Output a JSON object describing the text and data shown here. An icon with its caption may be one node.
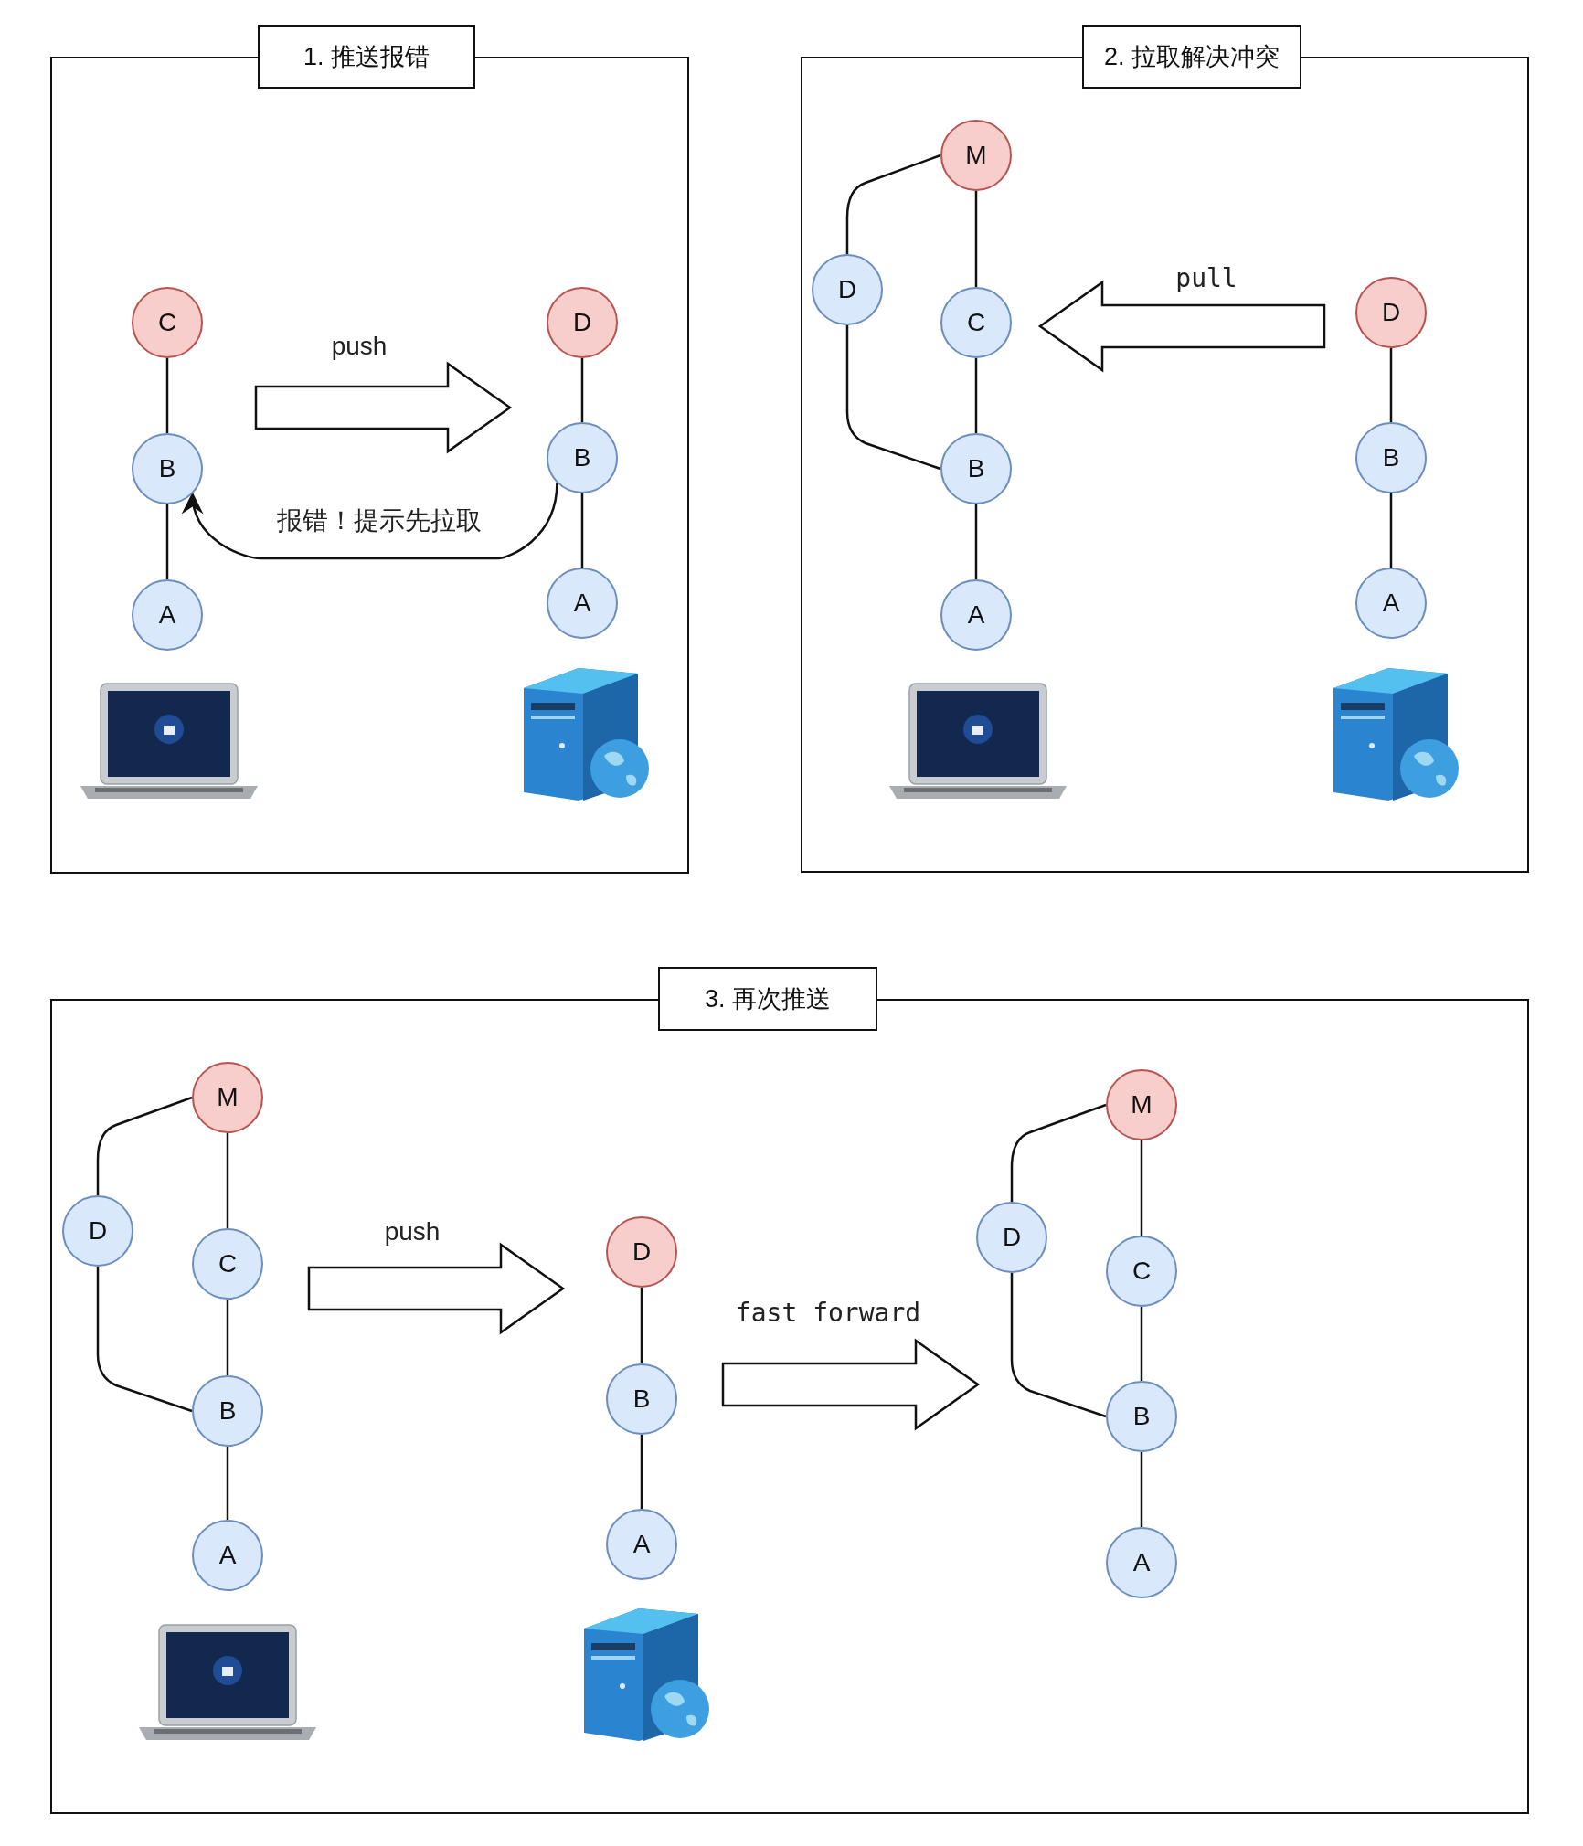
{
  "diagram": {
    "nodes": [
      {
        "text": [
          "1. 推送报错"
        ]
      },
      {
        "text": [
          "C"
        ],
        "in": 0
      },
      {
        "text": [
          "B"
        ],
        "in": 0
      },
      {
        "text": [
          "A"
        ],
        "in": 0
      },
      {
        "text": [
          "D"
        ],
        "in": 0
      },
      {
        "text": [
          "B"
        ],
        "in": 0
      },
      {
        "text": [
          "A"
        ],
        "in": 0
      },
      {
        "text": [
          "2. 拉取解决冲突"
        ]
      },
      {
        "text": [
          "M"
        ],
        "in": 7
      },
      {
        "text": [
          "D"
        ],
        "in": 7
      },
      {
        "text": [
          "C"
        ],
        "in": 7
      },
      {
        "text": [
          "B"
        ],
        "in": 7
      },
      {
        "text": [
          "A"
        ],
        "in": 7
      },
      {
        "text": [
          "D"
        ],
        "in": 7
      },
      {
        "text": [
          "B"
        ],
        "in": 7
      },
      {
        "text": [
          "A"
        ],
        "in": 7
      },
      {
        "text": [
          "3. 再次推送"
        ]
      },
      {
        "text": [
          "M"
        ],
        "in": 16
      },
      {
        "text": [
          "D"
        ],
        "in": 16
      },
      {
        "text": [
          "C"
        ],
        "in": 16
      },
      {
        "text": [
          "B"
        ],
        "in": 16
      },
      {
        "text": [
          "A"
        ],
        "in": 16
      },
      {
        "text": [
          "D"
        ],
        "in": 16
      },
      {
        "text": [
          "B"
        ],
        "in": 16
      },
      {
        "text": [
          "A"
        ],
        "in": 16
      },
      {
        "text": [
          "M"
        ],
        "in": 16
      },
      {
        "text": [
          "D"
        ],
        "in": 16
      },
      {
        "text": [
          "C"
        ],
        "in": 16
      },
      {
        "text": [
          "B"
        ],
        "in": 16
      },
      {
        "text": [
          "A"
        ],
        "in": 16
      }
    ],
    "edges": [
      {
        "from": 1,
        "to": 2,
        "arrow": "none"
      },
      {
        "from": 2,
        "to": 3,
        "arrow": "none"
      },
      {
        "from": 4,
        "to": 5,
        "arrow": "none"
      },
      {
        "from": 5,
        "to": 6,
        "arrow": "none"
      },
      {
        "from": 1,
        "to": 4,
        "arrow": "to",
        "label": "push",
        "style": "thick"
      },
      {
        "from": 5,
        "to": 2,
        "arrow": "to",
        "label": "报错！提示先拉取"
      },
      {
        "from": 8,
        "to": 10,
        "arrow": "none"
      },
      {
        "from": 10,
        "to": 11,
        "arrow": "none"
      },
      {
        "from": 11,
        "to": 12,
        "arrow": "none"
      },
      {
        "from": 8,
        "to": 9,
        "arrow": "none"
      },
      {
        "from": 9,
        "to": 11,
        "arrow": "none"
      },
      {
        "from": 13,
        "to": 14,
        "arrow": "none"
      },
      {
        "from": 14,
        "to": 15,
        "arrow": "none"
      },
      {
        "from": 13,
        "to": 10,
        "arrow": "to",
        "label": "pull",
        "style": "thick"
      },
      {
        "from": 17,
        "to": 19,
        "arrow": "none"
      },
      {
        "from": 19,
        "to": 20,
        "arrow": "none"
      },
      {
        "from": 20,
        "to": 21,
        "arrow": "none"
      },
      {
        "from": 17,
        "to": 18,
        "arrow": "none"
      },
      {
        "from": 18,
        "to": 20,
        "arrow": "none"
      },
      {
        "from": 22,
        "to": 23,
        "arrow": "none"
      },
      {
        "from": 23,
        "to": 24,
        "arrow": "none"
      },
      {
        "from": 25,
        "to": 27,
        "arrow": "none"
      },
      {
        "from": 27,
        "to": 28,
        "arrow": "none"
      },
      {
        "from": 28,
        "to": 29,
        "arrow": "none"
      },
      {
        "from": 25,
        "to": 26,
        "arrow": "none"
      },
      {
        "from": 26,
        "to": 28,
        "arrow": "none"
      },
      {
        "from": 19,
        "to": 22,
        "arrow": "to",
        "label": "push",
        "style": "thick"
      },
      {
        "from": 23,
        "to": 28,
        "arrow": "to",
        "label": "fast forward",
        "style": "thick"
      }
    ]
  }
}
